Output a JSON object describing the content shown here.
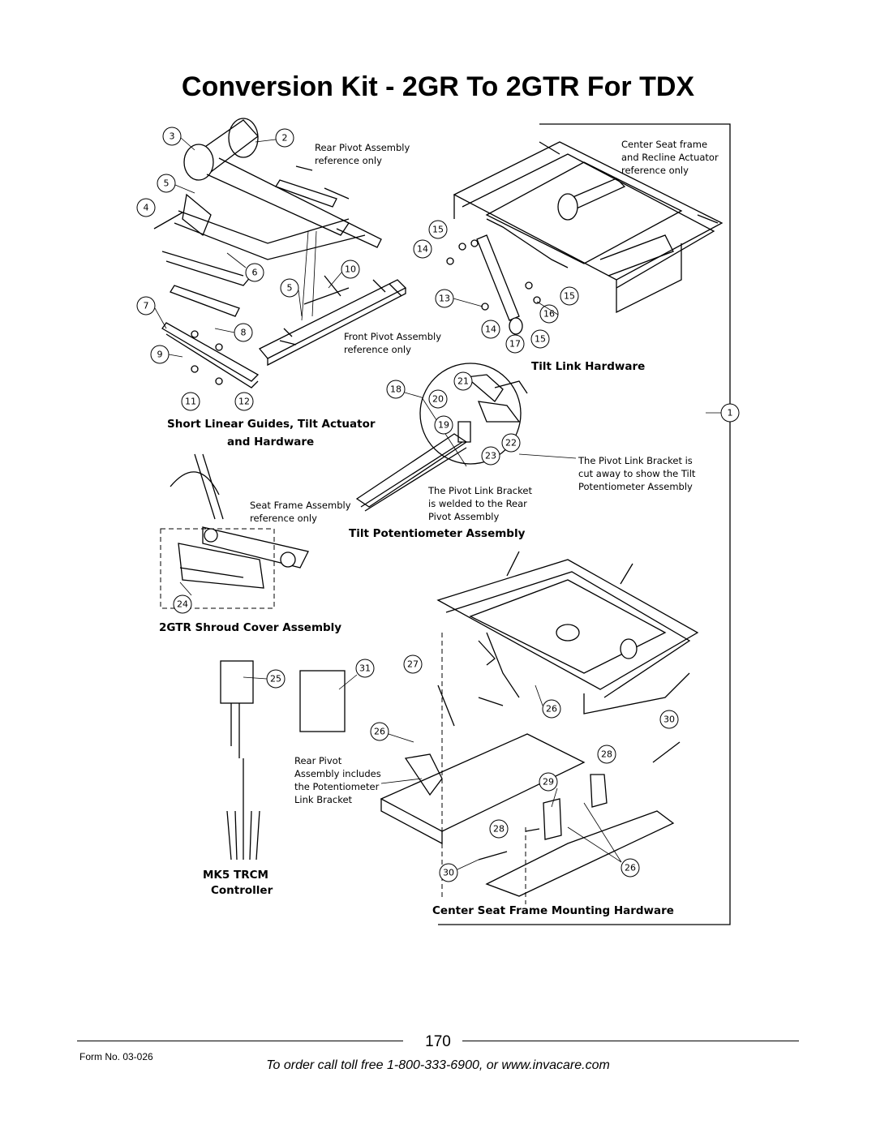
{
  "title": "Conversion Kit - 2GR To 2GTR For TDX",
  "labels": {
    "rear_pivot_ref": [
      "Rear Pivot Assembly",
      "reference only"
    ],
    "center_seat_ref": [
      "Center Seat frame",
      "and Recline Actuator",
      "reference only"
    ],
    "front_pivot_ref": [
      "Front Pivot Assembly",
      "reference only"
    ],
    "seat_frame_ref": [
      "Seat Frame Assembly",
      "reference only"
    ],
    "pivot_bracket_cutaway": [
      "The Pivot Link Bracket is",
      "cut away to show the Tilt",
      "Potentiometer Assembly"
    ],
    "pivot_bracket_welded": [
      "The Pivot Link Bracket",
      "is welded to the Rear",
      "Pivot Assembly"
    ],
    "rear_pivot_includes": [
      "Rear Pivot",
      "Assembly includes",
      "the Potentiometer",
      "Link Bracket"
    ]
  },
  "section_titles": {
    "tilt_link_hardware": "Tilt Link Hardware",
    "short_linear_guides": [
      "Short Linear Guides, Tilt Actuator",
      "and Hardware"
    ],
    "tilt_potentiometer": "Tilt Potentiometer Assembly",
    "shroud_cover": "2GTR Shroud Cover Assembly",
    "controller": [
      "MK5 TRCM",
      "Controller"
    ],
    "center_seat_mounting": "Center Seat Frame Mounting Hardware"
  },
  "callouts": [
    "1",
    "2",
    "3",
    "4",
    "5",
    "5",
    "6",
    "7",
    "8",
    "9",
    "10",
    "11",
    "12",
    "13",
    "14",
    "14",
    "15",
    "15",
    "15",
    "16",
    "17",
    "18",
    "19",
    "20",
    "21",
    "22",
    "23",
    "24",
    "25",
    "26",
    "26",
    "26",
    "27",
    "28",
    "28",
    "29",
    "30",
    "30",
    "31"
  ],
  "footer": {
    "page_number": "170",
    "form_no": "Form No.  03-026",
    "order_line": "To order call toll free 1-800-333-6900, or www.invacare.com"
  }
}
